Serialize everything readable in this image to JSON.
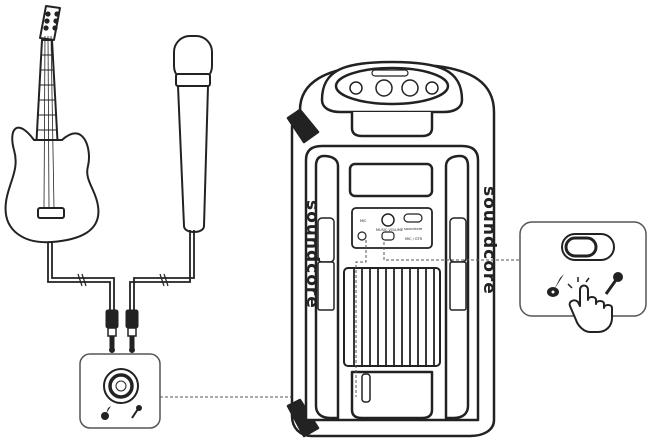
{
  "speaker": {
    "brand_left": "soundcore",
    "brand_right": "soundcore",
    "panel_labels": {
      "mic_label": "MIC",
      "music_volume": "MUSIC VOLUME",
      "soundcore_label": "soundcore",
      "input_label": "MIC / GTR"
    }
  },
  "colors": {
    "stroke": "#222222",
    "connector": "#555555",
    "background": "#ffffff"
  },
  "icons": [
    "guitar-icon",
    "microphone-icon",
    "toggle-switch-icon",
    "hand-pointer-icon",
    "jack-plug-icon"
  ]
}
